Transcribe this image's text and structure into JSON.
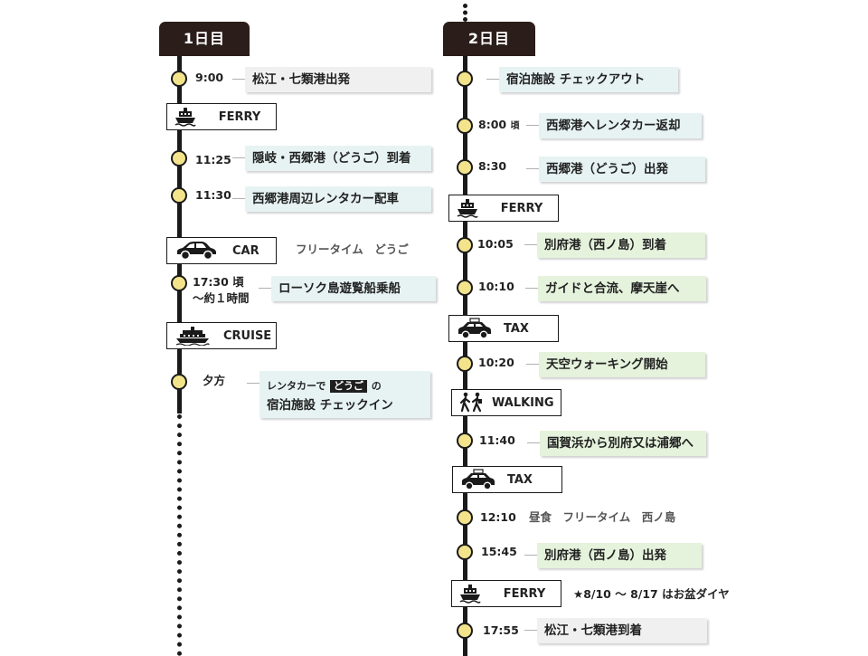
{
  "day1": {
    "label": "1日目",
    "events": [
      {
        "time": "9:00",
        "text": "松江・七類港出発"
      },
      {
        "time": "11:25",
        "text": "隠岐・西郷港（どうご）到着"
      },
      {
        "time": "11:30",
        "text": "西郷港周辺レンタカー配車"
      },
      {
        "time": "17:30 頃",
        "time2": "～約１時間",
        "text": "ローソク島遊覧船乗船"
      },
      {
        "time": "夕方",
        "line1_pre": "レンタカーで",
        "line1_tag": "どうご",
        "line1_post": "の",
        "line2": "宿泊施設 チェックイン"
      }
    ],
    "transports": [
      {
        "label": "FERRY",
        "icon": "ferry-icon"
      },
      {
        "label": "CAR",
        "icon": "car-icon"
      },
      {
        "label": "CRUISE",
        "icon": "cruise-ship-icon"
      }
    ],
    "car_note": "フリータイム　どうご"
  },
  "day2": {
    "label": "2日目",
    "events": [
      {
        "time": "",
        "text": "宿泊施設 チェックアウト"
      },
      {
        "time": "8:00",
        "time_suffix": "頃",
        "text": "西郷港へレンタカー返却"
      },
      {
        "time": "8:30",
        "text": "西郷港（どうご）出発"
      },
      {
        "time": "10:05",
        "text": "別府港（西ノ島）到着"
      },
      {
        "time": "10:10",
        "text": "ガイドと合流、摩天崖へ"
      },
      {
        "time": "10:20",
        "text": "天空ウォーキング開始"
      },
      {
        "time": "11:40",
        "text": "国賀浜から別府又は浦郷へ"
      },
      {
        "time": "12:10",
        "note": "昼食　フリータイム　西ノ島"
      },
      {
        "time": "15:45",
        "text": "別府港（西ノ島）出発"
      },
      {
        "time": "17:55",
        "text": "松江・七類港到着"
      }
    ],
    "transports": [
      {
        "label": "FERRY",
        "icon": "ferry-icon"
      },
      {
        "label": "TAX",
        "icon": "taxi-icon"
      },
      {
        "label": "WALKING",
        "icon": "walking-icon"
      },
      {
        "label": "TAX",
        "icon": "taxi-icon"
      },
      {
        "label": "FERRY",
        "icon": "ferry-icon"
      }
    ],
    "ferry_note": "★8/10 ～ 8/17 はお盆ダイヤ"
  },
  "colors": {
    "dark": "#2b1d1a",
    "node_fill": "#f3e48c",
    "callout_gray": "#f0f0f0",
    "callout_blue": "#e7f3f3",
    "callout_green": "#e5f2dc"
  }
}
